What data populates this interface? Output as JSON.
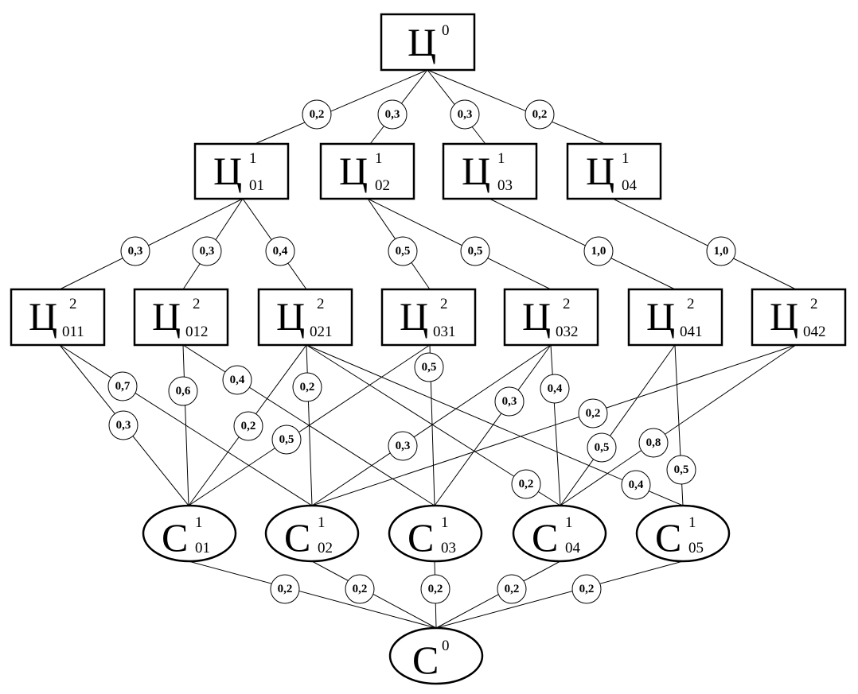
{
  "nodes": {
    "c0": {
      "main": "Ц",
      "sup": "0",
      "sub": ""
    },
    "c01": {
      "main": "Ц",
      "sup": "1",
      "sub": "01"
    },
    "c02": {
      "main": "Ц",
      "sup": "1",
      "sub": "02"
    },
    "c03": {
      "main": "Ц",
      "sup": "1",
      "sub": "03"
    },
    "c04": {
      "main": "Ц",
      "sup": "1",
      "sub": "04"
    },
    "c011": {
      "main": "Ц",
      "sup": "2",
      "sub": "011"
    },
    "c012": {
      "main": "Ц",
      "sup": "2",
      "sub": "012"
    },
    "c021": {
      "main": "Ц",
      "sup": "2",
      "sub": "021"
    },
    "c031": {
      "main": "Ц",
      "sup": "2",
      "sub": "031"
    },
    "c032": {
      "main": "Ц",
      "sup": "2",
      "sub": "032"
    },
    "c041": {
      "main": "Ц",
      "sup": "2",
      "sub": "041"
    },
    "c042": {
      "main": "Ц",
      "sup": "2",
      "sub": "042"
    },
    "s01": {
      "main": "С",
      "sup": "1",
      "sub": "01"
    },
    "s02": {
      "main": "С",
      "sup": "1",
      "sub": "02"
    },
    "s03": {
      "main": "С",
      "sup": "1",
      "sub": "03"
    },
    "s04": {
      "main": "С",
      "sup": "1",
      "sub": "04"
    },
    "s05": {
      "main": "С",
      "sup": "1",
      "sub": "05"
    },
    "s0": {
      "main": "С",
      "sup": "0",
      "sub": ""
    }
  },
  "weights": {
    "w_c0_c01": "0,2",
    "w_c0_c02": "0,3",
    "w_c0_c03": "0,3",
    "w_c0_c04": "0,2",
    "w_c01_c011": "0,3",
    "w_c01_c012": "0,3",
    "w_c01_c021": "0,4",
    "w_c02_c031": "0,5",
    "w_c02_c032": "0,5",
    "w_c03_c041": "1,0",
    "w_c04_c042": "1,0",
    "w_c011_s01": "0,3",
    "w_c011_s02": "0,7",
    "w_c012_s01": "0,6",
    "w_c012_s03": "0,4",
    "w_c021_s01": "0,2",
    "w_c021_s02": "0,2",
    "w_c021_s04": "0,2",
    "w_c021_s05": "0,4",
    "w_c031_s01": "0,5",
    "w_c031_s03": "0,5",
    "w_c032_s02": "0,3",
    "w_c032_s03": "0,3",
    "w_c032_s04": "0,4",
    "w_c041_s04": "0,5",
    "w_c041_s05": "0,5",
    "w_c042_s02": "0,2",
    "w_c042_s04": "0,8",
    "w_s01_s0": "0,2",
    "w_s02_s0": "0,2",
    "w_s03_s0": "0,2",
    "w_s04_s0": "0,2",
    "w_s05_s0": "0,2"
  }
}
